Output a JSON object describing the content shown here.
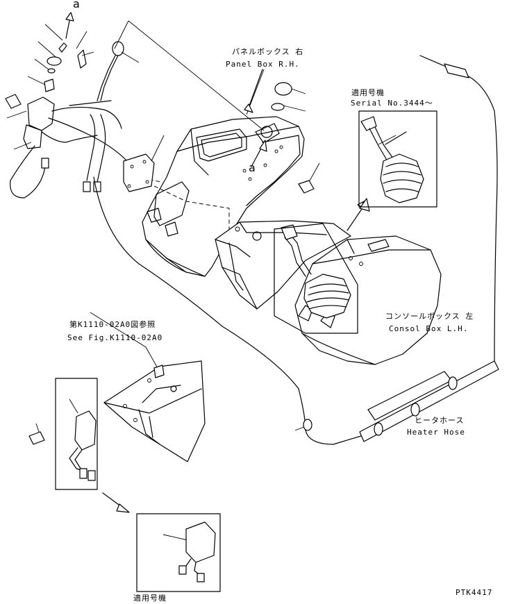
{
  "labels": {
    "ref_a_top": "a",
    "ref_a_mid": "a",
    "panel_box_jp": "パネルボックス 右",
    "panel_box_en": "Panel Box R.H.",
    "serial_jp": "適用号機",
    "serial_en": "Serial No.3444～",
    "console_box_jp": "コンソールボックス 左",
    "console_box_en": "Consol Box L.H.",
    "see_fig_jp": "第K1110-02A0図参照",
    "see_fig_en": "See Fig.K1110-02A0",
    "heater_hose_jp": "ヒータホース",
    "heater_hose_en": "Heater Hose",
    "serial_bottom_jp": "適用号機",
    "drawing_code": "PTK4417"
  }
}
